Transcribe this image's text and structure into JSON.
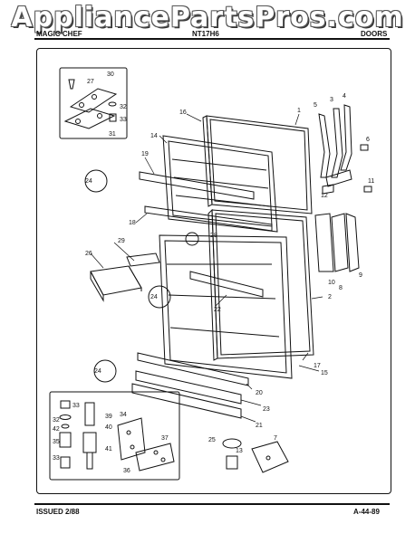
{
  "watermark": "AppliancePartsPros.com",
  "header": {
    "left": "MAGIC CHEF",
    "center": "NT17H6",
    "right": "DOORS"
  },
  "footer": {
    "left": "ISSUED 2/88",
    "right": "A-44-89"
  },
  "callouts": {
    "c1": "1",
    "c2": "2",
    "c3": "3",
    "c4": "4",
    "c5": "5",
    "c6": "6",
    "c7": "7",
    "c8": "8",
    "c9": "9",
    "c10": "10",
    "c11": "11",
    "c12": "12",
    "c13": "13",
    "c14": "14",
    "c15": "15",
    "c16": "16",
    "c17": "17",
    "c18": "18",
    "c19": "19",
    "c20": "20",
    "c21": "21",
    "c22": "22",
    "c23": "23",
    "c24": "24",
    "c25": "25",
    "c26": "26",
    "c27": "27",
    "c28": "28",
    "c29": "29",
    "c30": "30",
    "c31": "31",
    "c32": "32",
    "c33": "33",
    "c34": "34",
    "c35": "35",
    "c36": "36",
    "c37": "37",
    "c39": "39",
    "c40": "40",
    "c41": "41",
    "c42": "42"
  }
}
